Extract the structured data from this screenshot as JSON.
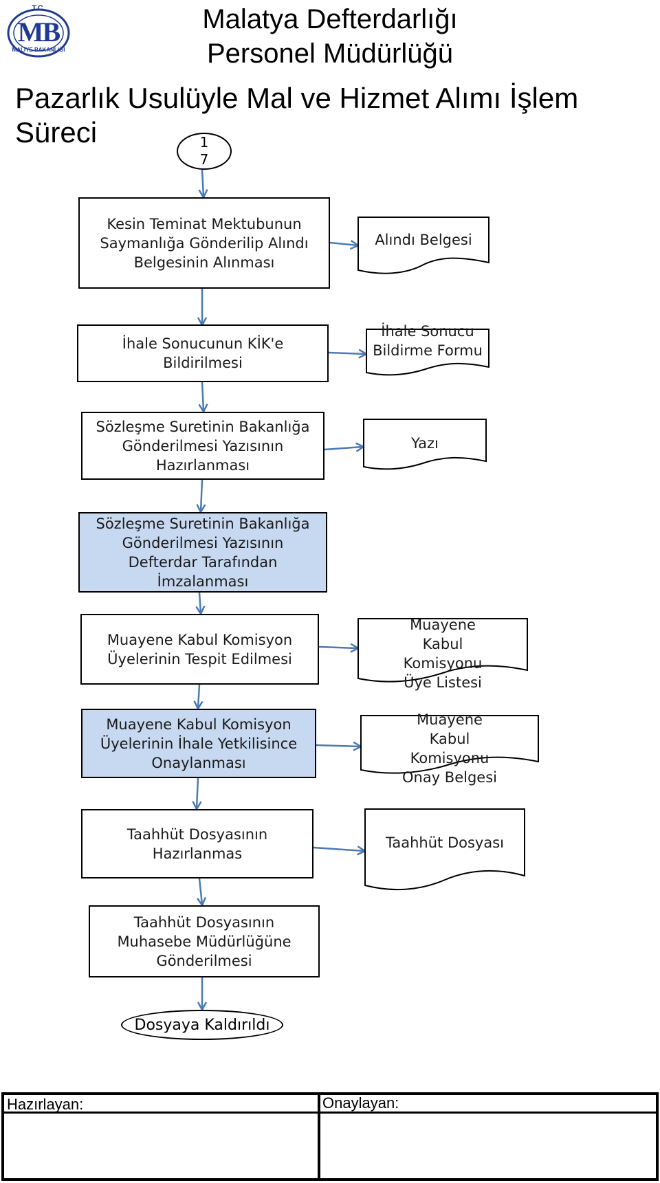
{
  "header": {
    "line1": "Malatya Defterdarlığı",
    "line2": "Personel Müdürlüğü",
    "title": "Pazarlık Usulüyle Mal ve Hizmet Alımı İşlem Süreci"
  },
  "logo": {
    "top_text": "T.C.",
    "initials": "MB",
    "bottom_text": "MALİYE BAKANLIĞI",
    "color": "#1f3a93"
  },
  "connector": {
    "line1": "1",
    "line2": "7"
  },
  "steps": [
    {
      "label": "Kesin Teminat Mektubunun Saymanlığa Gönderilip Alındı Belgesinin Alınması"
    },
    {
      "label": "İhale Sonucunun KİK'e Bildirilmesi"
    },
    {
      "label": "Sözleşme Suretinin Bakanlığa Gönderilmesi Yazısının Hazırlanması"
    },
    {
      "label": "Sözleşme Suretinin Bakanlığa Gönderilmesi Yazısının Defterdar Tarafından İmzalanması"
    },
    {
      "label": "Muayene Kabul Komisyon Üyelerinin Tespit Edilmesi"
    },
    {
      "label": "Muayene Kabul Komisyon Üyelerinin İhale Yetkilisince Onaylanması"
    },
    {
      "label": "Taahhüt Dosyasının Hazırlanmas"
    },
    {
      "label": "Taahhüt Dosyasının Muhasebe Müdürlüğüne Gönderilmesi"
    }
  ],
  "documents": [
    {
      "label": "Alındı Belgesi"
    },
    {
      "label": "İhale Sonucu Bildirme Formu"
    },
    {
      "label": "Yazı"
    },
    {
      "label": "Muayene Kabul Komisyonu Üye Listesi"
    },
    {
      "label": "Muayene Kabul Komisyonu Onay Belgesi"
    },
    {
      "label": "Taahhüt Dosyası"
    }
  ],
  "end": {
    "label": "Dosyaya Kaldırıldı"
  },
  "signature": {
    "prepared_label": "Hazırlayan:",
    "approved_label": "Onaylayan:"
  },
  "colors": {
    "arrow": "#4a7ab5",
    "highlight_fill": "#c6d9f1",
    "logo": "#1f3a93"
  }
}
